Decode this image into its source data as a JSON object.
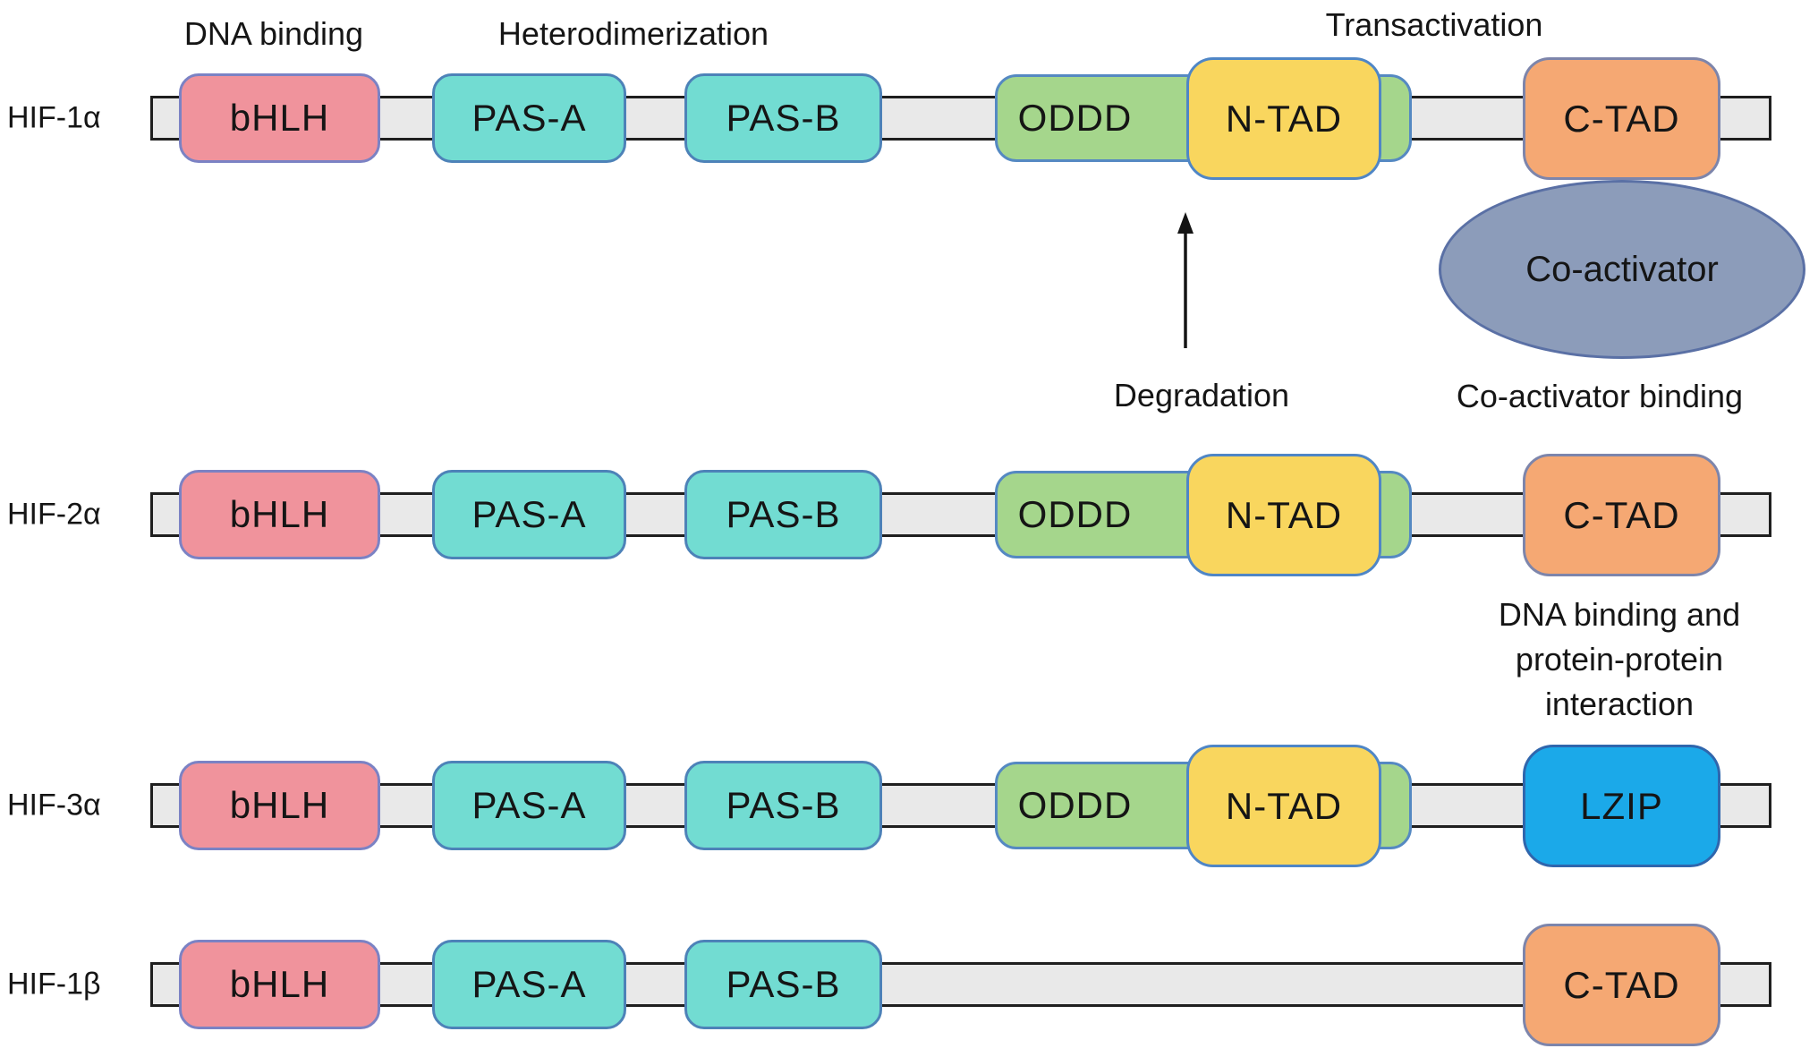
{
  "annotations": {
    "dna_binding": "DNA binding",
    "heterodimerization": "Heterodimerization",
    "transactivation": "Transactivation",
    "degradation": "Degradation",
    "coactivator_binding": "Co-activator binding",
    "lzip_note": {
      "line1": "DNA binding and",
      "line2": "protein-protein",
      "line3": "interaction"
    }
  },
  "coactivator": {
    "label": "Co-activator"
  },
  "rows": [
    {
      "label": "HIF-1α",
      "domains": {
        "bhlh": "bHLH",
        "pas_a": "PAS-A",
        "pas_b": "PAS-B",
        "oddd": "ODDD",
        "ntad": "N-TAD",
        "ctad": "C-TAD"
      }
    },
    {
      "label": "HIF-2α",
      "domains": {
        "bhlh": "bHLH",
        "pas_a": "PAS-A",
        "pas_b": "PAS-B",
        "oddd": "ODDD",
        "ntad": "N-TAD",
        "ctad": "C-TAD"
      }
    },
    {
      "label": "HIF-3α",
      "domains": {
        "bhlh": "bHLH",
        "pas_a": "PAS-A",
        "pas_b": "PAS-B",
        "oddd": "ODDD",
        "ntad": "N-TAD",
        "lzip": "LZIP"
      }
    },
    {
      "label": "HIF-1β",
      "domains": {
        "bhlh": "bHLH",
        "pas_a": "PAS-A",
        "pas_b": "PAS-B",
        "ctad": "C-TAD"
      }
    }
  ],
  "colors": {
    "bhlh_fill": "#f0939c",
    "pas_fill": "#72dcd2",
    "oddd_fill": "#a5d68c",
    "ntad_fill": "#f9d65e",
    "ctad_fill": "#f5a873",
    "lzip_fill": "#1ba9e9",
    "coactivator_fill": "#8c9cba",
    "backbone_fill": "#e9e9e9",
    "backbone_outline": "#1f1f1f",
    "domain_outline_blue": "#4d82b8",
    "text": "#151515",
    "background": "#ffffff"
  }
}
